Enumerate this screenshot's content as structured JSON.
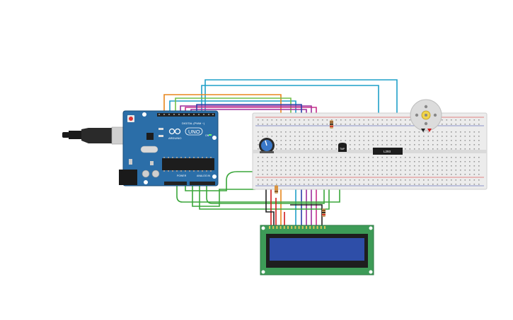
{
  "arduino": {
    "model": "UNO",
    "brand": "ARDUINO",
    "digital_header": "DIGITAL (PWM ~)",
    "power_label": "POWER",
    "analog_label": "ANALOG IN",
    "on_label": "ON"
  },
  "ic": {
    "label": "L293"
  },
  "temp_sensor": {
    "label": "TMP"
  },
  "colors": {
    "board": "#2b6ea8",
    "breadboard": "#ececec",
    "lcd_pcb": "#3d9b57",
    "lcd_screen": "#2e4ea8",
    "wire_blue": "#1fa0c8",
    "wire_orange": "#e8861c",
    "wire_purple": "#9c2f9c",
    "wire_green": "#3aa63a",
    "wire_red": "#d11b1b",
    "wire_black": "#222222"
  }
}
